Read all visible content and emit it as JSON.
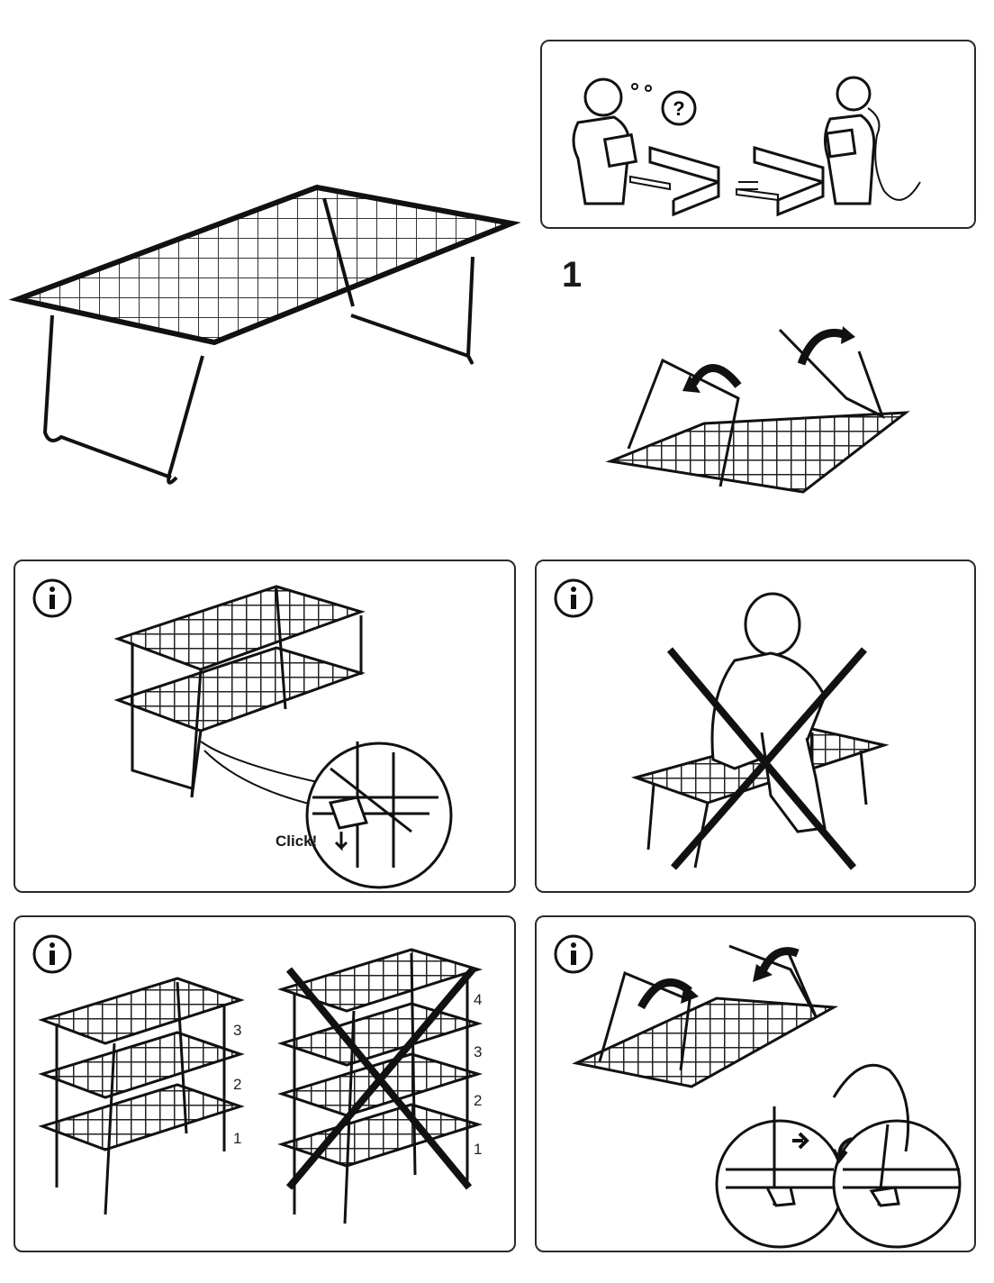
{
  "document": {
    "step_number": "1",
    "click_label": "Click!",
    "panels": {
      "tier_ok": {
        "labels": [
          "3",
          "2",
          "1"
        ]
      },
      "tier_no": {
        "labels": [
          "4",
          "3",
          "2",
          "1"
        ]
      }
    }
  },
  "icons": {
    "info": "info-icon",
    "help": "question-mark-icon",
    "prohibited": "cross-out-icon",
    "arrow": "rotation-arrow-icon"
  },
  "colors": {
    "line": "#1a1a1a",
    "border": "#2a2a2a",
    "background": "#ffffff"
  }
}
